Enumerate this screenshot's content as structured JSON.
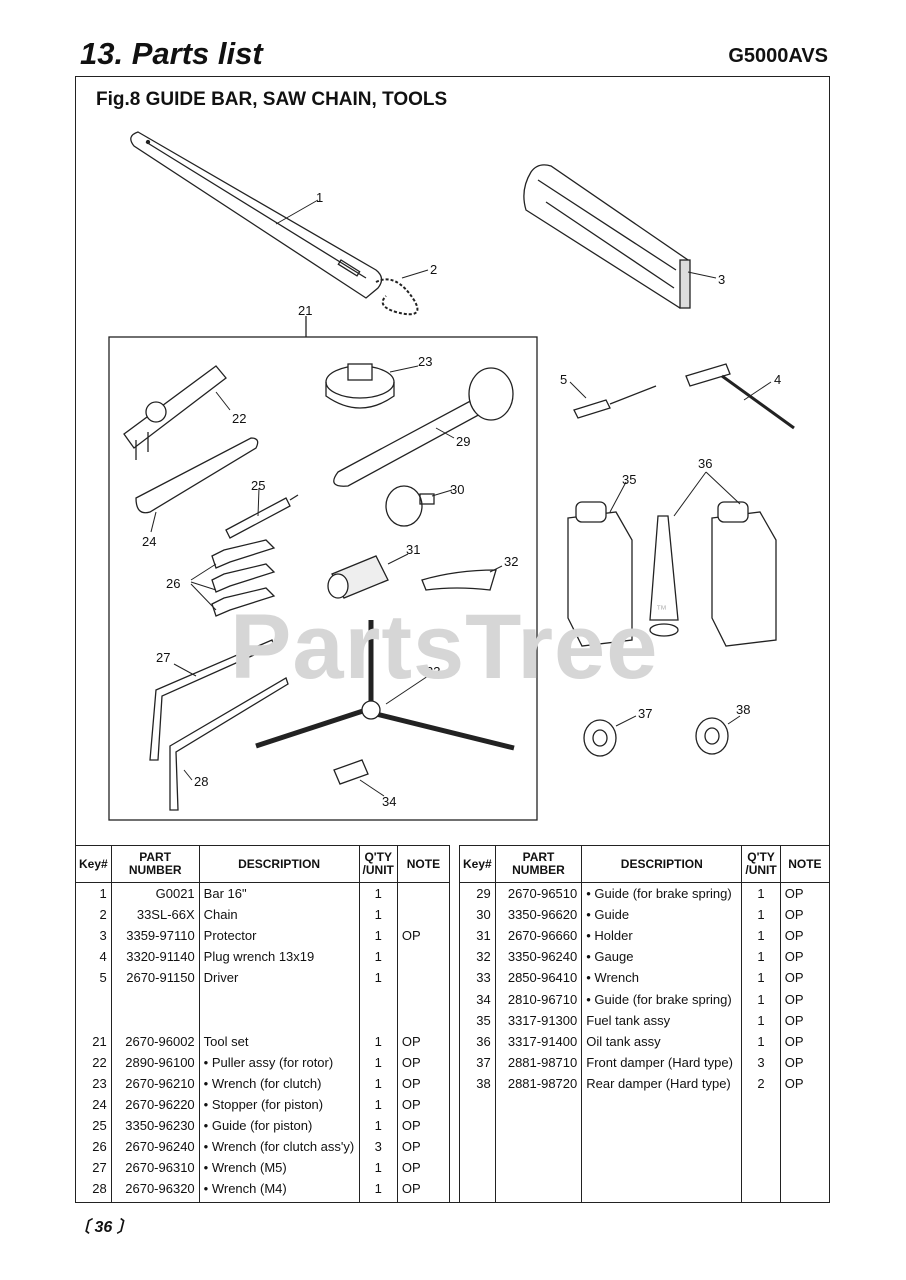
{
  "header": {
    "title": "13. Parts list",
    "model": "G5000AVS"
  },
  "figure": {
    "title": "Fig.8 GUIDE BAR, SAW CHAIN, TOOLS",
    "callouts": [
      "1",
      "2",
      "3",
      "4",
      "5",
      "21",
      "22",
      "23",
      "24",
      "25",
      "26",
      "27",
      "28",
      "29",
      "30",
      "31",
      "32",
      "33",
      "34",
      "35",
      "36",
      "37",
      "38"
    ],
    "watermark": "PartsTree",
    "watermark_tm": "™"
  },
  "table": {
    "headers": {
      "key": "Key#",
      "part_number": "PART NUMBER",
      "description": "DESCRIPTION",
      "qty_line1": "Q'TY",
      "qty_line2": "/UNIT",
      "note": "NOTE"
    },
    "left_rows": [
      {
        "key": "1",
        "pn": "G0021",
        "desc": "Bar 16\"",
        "qty": "1",
        "note": ""
      },
      {
        "key": "2",
        "pn": "33SL-66X",
        "desc": "Chain",
        "qty": "1",
        "note": ""
      },
      {
        "key": "3",
        "pn": "3359-97110",
        "desc": "Protector",
        "qty": "1",
        "note": "OP"
      },
      {
        "key": "4",
        "pn": "3320-91140",
        "desc": "Plug wrench 13x19",
        "qty": "1",
        "note": ""
      },
      {
        "key": "5",
        "pn": "2670-91150",
        "desc": "Driver",
        "qty": "1",
        "note": ""
      },
      {
        "key": "",
        "pn": "",
        "desc": "",
        "qty": "",
        "note": ""
      },
      {
        "key": "",
        "pn": "",
        "desc": "",
        "qty": "",
        "note": ""
      },
      {
        "key": "21",
        "pn": "2670-96002",
        "desc": "Tool set",
        "qty": "1",
        "note": "OP"
      },
      {
        "key": "22",
        "pn": "2890-96100",
        "desc": "• Puller assy (for rotor)",
        "qty": "1",
        "note": "OP"
      },
      {
        "key": "23",
        "pn": "2670-96210",
        "desc": "• Wrench (for clutch)",
        "qty": "1",
        "note": "OP"
      },
      {
        "key": "24",
        "pn": "2670-96220",
        "desc": "• Stopper (for piston)",
        "qty": "1",
        "note": "OP"
      },
      {
        "key": "25",
        "pn": "3350-96230",
        "desc": "• Guide (for piston)",
        "qty": "1",
        "note": "OP"
      },
      {
        "key": "26",
        "pn": "2670-96240",
        "desc": "• Wrench (for clutch ass'y)",
        "qty": "3",
        "note": "OP"
      },
      {
        "key": "27",
        "pn": "2670-96310",
        "desc": "• Wrench (M5)",
        "qty": "1",
        "note": "OP"
      },
      {
        "key": "28",
        "pn": "2670-96320",
        "desc": "• Wrench (M4)",
        "qty": "1",
        "note": "OP"
      }
    ],
    "right_rows": [
      {
        "key": "29",
        "pn": "2670-96510",
        "desc": "• Guide (for brake spring)",
        "qty": "1",
        "note": "OP"
      },
      {
        "key": "30",
        "pn": "3350-96620",
        "desc": "• Guide",
        "qty": "1",
        "note": "OP"
      },
      {
        "key": "31",
        "pn": "2670-96660",
        "desc": "• Holder",
        "qty": "1",
        "note": "OP"
      },
      {
        "key": "32",
        "pn": "3350-96240",
        "desc": "• Gauge",
        "qty": "1",
        "note": "OP"
      },
      {
        "key": "33",
        "pn": "2850-96410",
        "desc": "• Wrench",
        "qty": "1",
        "note": "OP"
      },
      {
        "key": "34",
        "pn": "2810-96710",
        "desc": "• Guide (for brake spring)",
        "qty": "1",
        "note": "OP"
      },
      {
        "key": "35",
        "pn": "3317-91300",
        "desc": "Fuel tank assy",
        "qty": "1",
        "note": "OP"
      },
      {
        "key": "36",
        "pn": "3317-91400",
        "desc": "Oil tank assy",
        "qty": "1",
        "note": "OP"
      },
      {
        "key": "37",
        "pn": "2881-98710",
        "desc": "Front damper (Hard type)",
        "qty": "3",
        "note": "OP"
      },
      {
        "key": "38",
        "pn": "2881-98720",
        "desc": "Rear damper (Hard type)",
        "qty": "2",
        "note": "OP"
      }
    ]
  },
  "footer": {
    "page_number": "36"
  }
}
